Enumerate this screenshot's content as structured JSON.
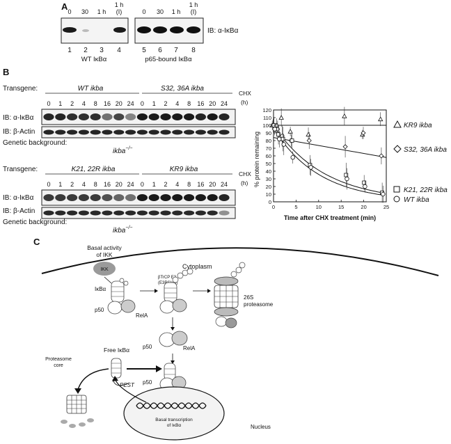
{
  "panelA": {
    "label": "A",
    "times": [
      "0",
      "30",
      "1 h",
      "1 h\n(I)"
    ],
    "lanes_wt": [
      "1",
      "2",
      "3",
      "4"
    ],
    "lanes_p65": [
      "5",
      "6",
      "7",
      "8"
    ],
    "group_wt": "WT IκBα",
    "group_p65": "p65-bound IκBα",
    "ib": "IB: α-IκBα"
  },
  "panelB": {
    "label": "B",
    "transgene_label": "Transgene:",
    "top_wt": "WT ikba",
    "top_mut": "S32, 36A ikba",
    "bottom_wt": "K21, 22R ikba",
    "bottom_mut": "KR9 ikba",
    "chx": "CHX",
    "h": "(h)",
    "timepoints": [
      "0",
      "1",
      "2",
      "4",
      "8",
      "16",
      "20",
      "24"
    ],
    "ib_ikba": "IB: α-IκBα",
    "ib_actin": "IB: β-Actin",
    "genetic": "Genetic background:",
    "genotype": "ikba",
    "genotype_sup": "−/−"
  },
  "chart_data": {
    "type": "scatter",
    "xlabel": "Time after CHX treatment (min)",
    "ylabel": "% protein remaining",
    "xlim": [
      0,
      25
    ],
    "ylim": [
      0,
      120
    ],
    "xticks": [
      "0",
      "5",
      "10",
      "15",
      "20",
      "25"
    ],
    "yticks": [
      "0",
      "10",
      "20",
      "30",
      "40",
      "50",
      "60",
      "70",
      "80",
      "90",
      "100",
      "110",
      "120"
    ],
    "series": [
      {
        "name": "KR9 ikba",
        "marker": "triangle",
        "x": [
          0,
          1,
          2,
          4,
          8,
          16,
          20,
          24
        ],
        "y": [
          100,
          100,
          110,
          92,
          88,
          112,
          88,
          108
        ],
        "fit": [
          100,
          100
        ]
      },
      {
        "name": "S32, 36A ikba",
        "marker": "diamond",
        "x": [
          0,
          1,
          2,
          4,
          8,
          16,
          20,
          24
        ],
        "y": [
          100,
          95,
          86,
          80,
          80,
          72,
          90,
          60
        ],
        "fit": [
          84,
          58
        ]
      },
      {
        "name": "K21, 22R ikba",
        "marker": "square",
        "x": [
          0,
          1,
          2,
          4,
          8,
          16,
          20,
          24
        ],
        "y": [
          100,
          88,
          82,
          80,
          48,
          35,
          25,
          12
        ],
        "fit": [
          100,
          12
        ]
      },
      {
        "name": "WT ikba",
        "marker": "circle",
        "x": [
          0,
          1,
          2,
          4,
          8,
          16,
          20,
          24
        ],
        "y": [
          95,
          82,
          75,
          58,
          45,
          30,
          20,
          10
        ],
        "fit": [
          100,
          9
        ]
      }
    ]
  },
  "panelC": {
    "label": "C",
    "basal_ikk": "Basal activity\nof IKK",
    "ikk": "IKK",
    "cytoplasm": "Cytoplasm",
    "ikba": "IκBα",
    "p50": "p50",
    "rela": "RelA",
    "btrcp": "βTrCP E3\n(E3RSIκB)",
    "proteasome26s": "26S\nproteasome",
    "free_ikba": "Free IκBα",
    "proteasome_core": "Proteasome\ncore",
    "pest": "PEST",
    "basal_transcription": "Basal transcription\nof IκBα",
    "nucleus": "Nucleus"
  }
}
